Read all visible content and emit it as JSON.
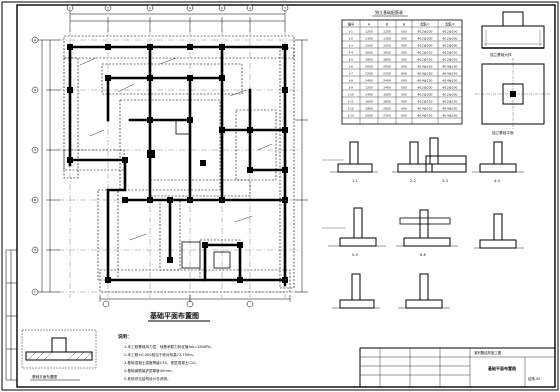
{
  "drawing": {
    "plan_title": "基础平面布置图",
    "detail_title": "基础平面布置图",
    "notes_title": "说明：",
    "notes": [
      "1.本工程基础持力层，地基承载力特征值fak=180KPa。",
      "2.本工程±0.000相当于绝对标高72.750m。",
      "3.基础混凝土强度等级C30，垫层混凝土C10。",
      "4.基础钢筋保护层厚度40mm。",
      "5.其他详见结构设计总说明。"
    ],
    "table_title": "独立基础配筋表",
    "table_header": [
      "编号",
      "A",
      "B",
      "H",
      "配筋①",
      "配筋②"
    ],
    "table_rows": [
      [
        "J-1",
        "1200",
        "1200",
        "500",
        "Φ12@200",
        "Φ12@200"
      ],
      [
        "J-2",
        "1300",
        "1300",
        "500",
        "Φ12@200",
        "Φ12@200"
      ],
      [
        "J-3",
        "1500",
        "1500",
        "500",
        "Φ12@200",
        "Φ12@200"
      ],
      [
        "J-4",
        "1600",
        "1600",
        "500",
        "Φ12@150",
        "Φ12@150"
      ],
      [
        "J-5",
        "1800",
        "1800",
        "500",
        "Φ12@150",
        "Φ12@150"
      ],
      [
        "J-6",
        "2000",
        "2000",
        "600",
        "Φ14@150",
        "Φ14@150"
      ],
      [
        "J-7",
        "2200",
        "2200",
        "600",
        "Φ14@150",
        "Φ14@150"
      ],
      [
        "J-8",
        "2400",
        "2400",
        "600",
        "Φ14@150",
        "Φ14@150"
      ],
      [
        "J-9",
        "1200",
        "1400",
        "500",
        "Φ12@200",
        "Φ12@200"
      ],
      [
        "J-10",
        "1400",
        "1600",
        "500",
        "Φ12@200",
        "Φ12@200"
      ],
      [
        "J-11",
        "1600",
        "1800",
        "500",
        "Φ12@150",
        "Φ12@150"
      ],
      [
        "J-12",
        "1800",
        "2000",
        "600",
        "Φ14@150",
        "Φ14@150"
      ],
      [
        "J-13",
        "2000",
        "2200",
        "600",
        "Φ14@150",
        "Φ14@150"
      ]
    ],
    "footing_detail_label": "独立基础大样",
    "plan_view_label": "独立基础平面",
    "section_labels": [
      "1-1",
      "2-2",
      "3-3",
      "4-4",
      "5-5",
      "6-6"
    ],
    "grid_top": [
      "1",
      "2",
      "3",
      "4",
      "5",
      "6",
      "7"
    ],
    "grid_left": [
      "A",
      "B",
      "C",
      "D",
      "E",
      "F"
    ],
    "title_block": {
      "drawing_name": "基础平面布置图",
      "project": "某别墅结构施工图",
      "sheet_no": "结施-02"
    }
  }
}
